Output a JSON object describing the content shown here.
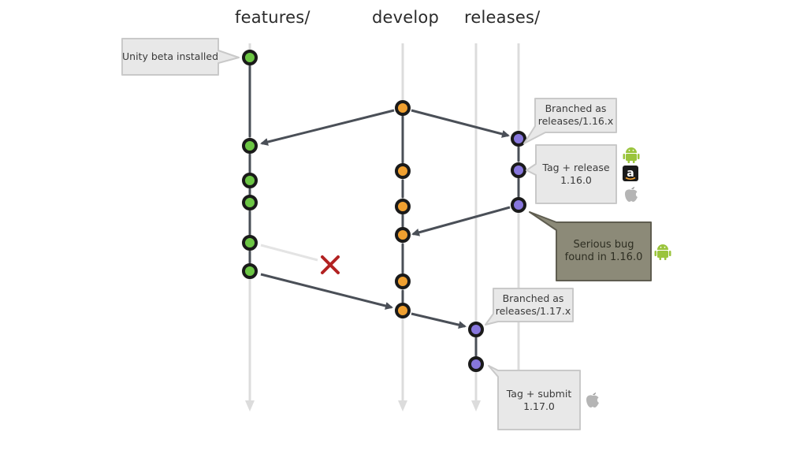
{
  "headers": {
    "features": "features/",
    "develop": "develop",
    "releases": "releases/"
  },
  "callouts": {
    "unity_beta": "Unity beta installed",
    "branched_116": [
      "Branched as",
      "releases/1.16.x"
    ],
    "tag_release_116": [
      "Tag + release",
      "1.16.0"
    ],
    "serious_bug": [
      "Serious bug",
      "found in 1.16.0"
    ],
    "branched_117": [
      "Branched as",
      "releases/1.17.x"
    ],
    "tag_submit_117": [
      "Tag + submit",
      "1.17.0"
    ]
  },
  "icons": {
    "android": "android-icon",
    "amazon": "amazon-icon",
    "apple": "apple-icon"
  },
  "colors": {
    "feature_node": "#6cc644",
    "develop_node": "#f0a030",
    "release_node": "#8877dd",
    "node_border": "#1a1a1a",
    "arrow": "#4a4f57",
    "lane": "#dcdcdc",
    "callout_bg": "#e8e8e8",
    "bug_callout_bg": "#8c8a78",
    "rejected_mark": "#b22222",
    "android_green": "#9ac43c"
  }
}
